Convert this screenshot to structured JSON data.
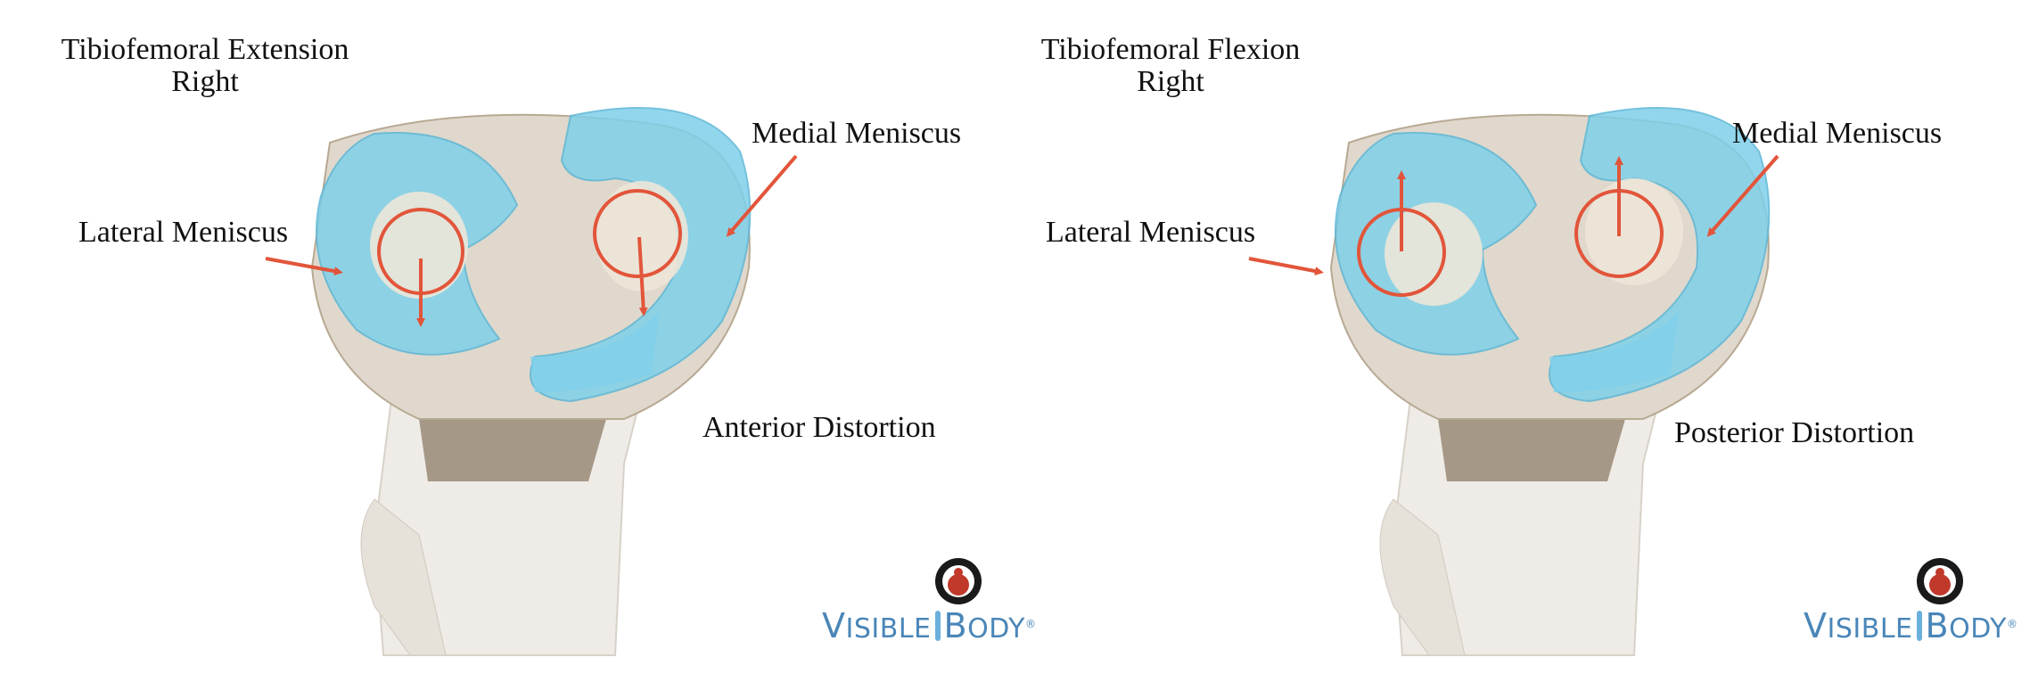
{
  "panels": [
    {
      "title_line1": "Tibiofemoral Extension",
      "title_line2": "Right",
      "medial_label": "Medial Meniscus",
      "lateral_label": "Lateral Meniscus",
      "distortion_label": "Anterior Distortion",
      "arrow_direction": "down"
    },
    {
      "title_line1": "Tibiofemoral Flexion",
      "title_line2": "Right",
      "medial_label": "Medial Meniscus",
      "lateral_label": "Lateral Meniscus",
      "distortion_label": "Posterior Distortion",
      "arrow_direction": "up"
    }
  ],
  "brand": {
    "word1_initial": "V",
    "word1_rest": "ISIBLE",
    "word2_initial": "B",
    "word2_rest": "ODY",
    "reg": "®"
  },
  "colors": {
    "meniscus": "#7fd0ea",
    "bone": "#e0d8cc",
    "bone_shadow": "#9a8a76",
    "arrow": "#e2553a",
    "brand": "#4a86b8"
  }
}
